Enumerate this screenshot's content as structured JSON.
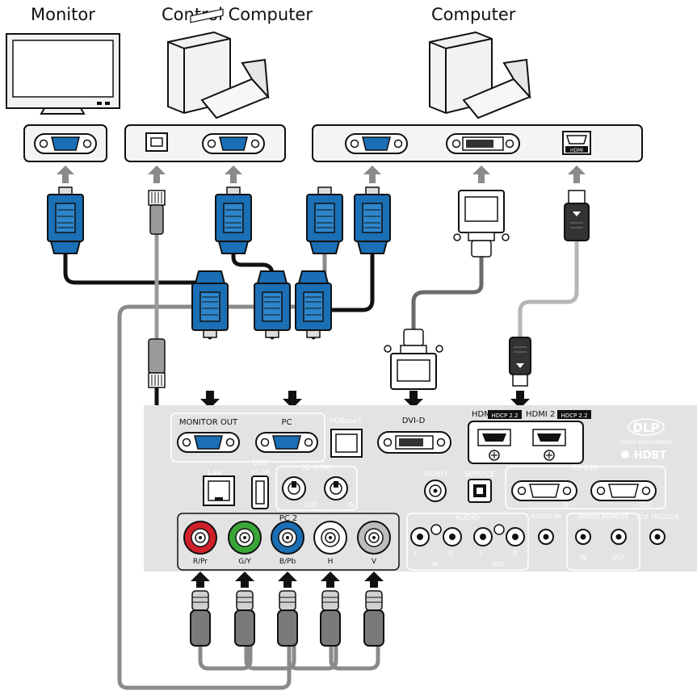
{
  "titles": {
    "monitor": "Monitor",
    "control_computer": "Control Computer",
    "computer": "Computer"
  },
  "ports": {
    "monitor_out": "MONITOR OUT",
    "pc": "PC",
    "hdbaset": "HDBaseT",
    "dvi_d": "DVI-D",
    "hdmi1": "HDMI 1",
    "hdmi2": "HDMI 2",
    "hdcp": "HDCP 2.2",
    "lan": "LAN",
    "usb": "USB",
    "usb_rating": "+1.5A",
    "sync3d": "3D SYNC",
    "sync_out": "OUT",
    "sync_in": "IN",
    "video": "VIDEO",
    "service": "SERVICE",
    "rs232": "RS-232",
    "rs232_in": "IN",
    "rs232_out": "OUT",
    "pc2": "PC 2",
    "bnc": [
      "R/Pr",
      "G/Y",
      "B/Pb",
      "H",
      "V"
    ],
    "audio": "AUDIO",
    "audio_in": "IN",
    "audio_out": "OUT",
    "audio_l": "L",
    "audio_r": "R",
    "audio_in_single": "AUDIO IN",
    "wired_remote": "WIRED REMOTE",
    "wired_in": "IN",
    "wired_out": "OUT",
    "trigger": "12V TRIGGER",
    "hdmi_badge": "HDMI"
  },
  "logos": {
    "dlp": "DLP",
    "ti": "TEXAS INSTRUMENTS",
    "hdbt": "HDBT"
  },
  "colors": {
    "vga_blue": "#1a6fb5",
    "panel_gray": "#e3e3e3",
    "bnc_red": "#d0202a",
    "bnc_green": "#3aa638",
    "bnc_blue": "#1a6fb5",
    "cable_black": "#111111",
    "cable_gray": "#8a8a8a"
  }
}
